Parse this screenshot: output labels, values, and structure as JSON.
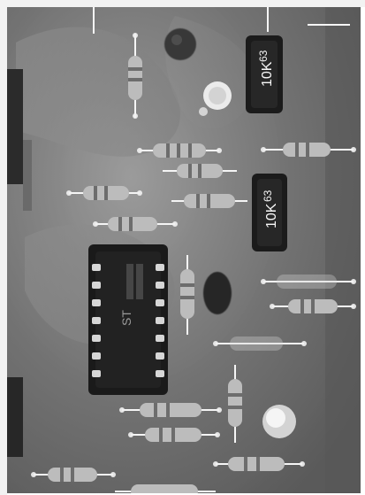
{
  "photo": {
    "subject_colors": {
      "board": "#6f6f6f",
      "trace": "#8f8f8f",
      "component_dark": "#2b2b2b",
      "resistor_body": "#b9b9b9",
      "highlight": "#e6e6e6"
    },
    "visible_text": {
      "top_right_component_label": "10K",
      "middle_right_component_label": "10K",
      "top_right_component_mark": "63",
      "middle_right_component_mark": "63",
      "ic_mark": "ST"
    }
  }
}
